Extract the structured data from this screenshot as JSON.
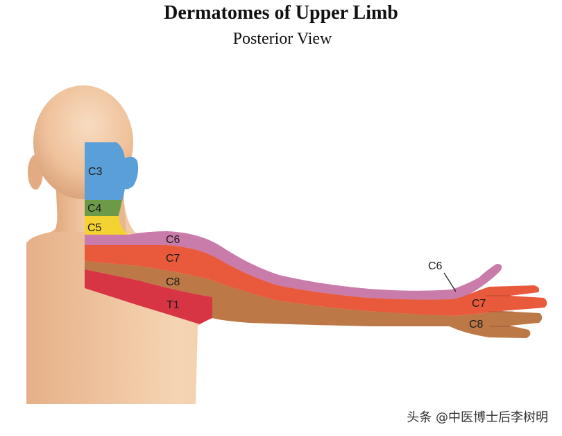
{
  "title": "Dermatomes of Upper Limb",
  "subtitle": "Posterior View",
  "labels": {
    "c3": "C3",
    "c4": "C4",
    "c5": "C5",
    "c6": "C6",
    "c7": "C7",
    "c8": "C8",
    "t1": "T1",
    "hand_c6": "C6",
    "hand_c7": "C7",
    "hand_c8": "C8"
  },
  "watermark": "头条 @中医博士后李树明",
  "colors": {
    "c3": "#5b9fd8",
    "c4": "#6c9a46",
    "c5": "#f3d231",
    "c6": "#c97ba9",
    "c7": "#e9593b",
    "c8": "#bd7847",
    "t1": "#d83544"
  }
}
